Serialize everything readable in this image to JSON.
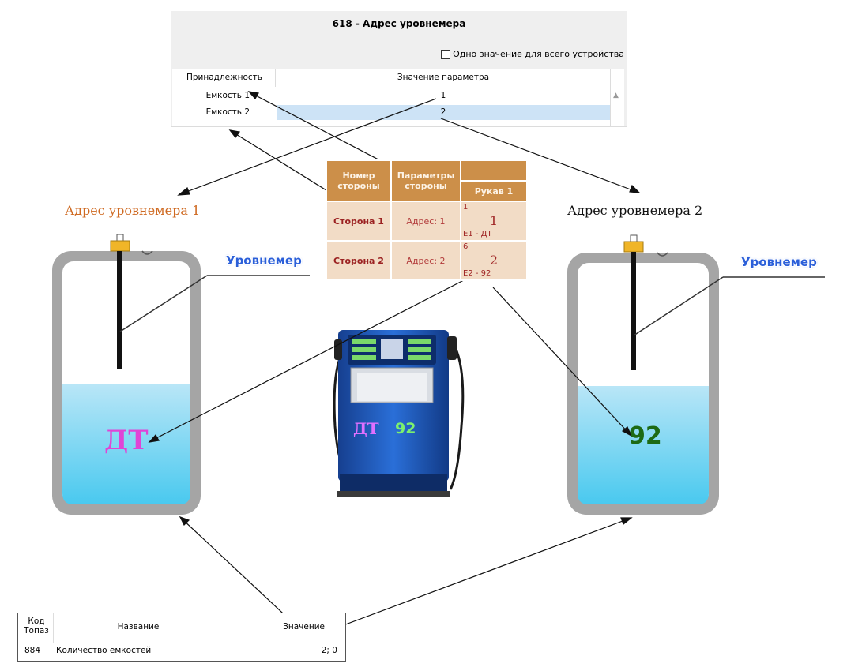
{
  "param_panel": {
    "title": "618 - Адрес уровнемера",
    "checkbox_label": "Одно значение для всего устройства",
    "columns": [
      "Принадлежность",
      "Значение параметра"
    ],
    "rows": [
      {
        "owner": "Емкость  1",
        "value": "1"
      },
      {
        "owner": "Емкость  2",
        "value": "2"
      }
    ]
  },
  "side_table": {
    "headers": [
      "Номер стороны",
      "Параметры стороны",
      "Рукав 1"
    ],
    "rows": [
      {
        "side": "Сторона 1",
        "param": "Адрес: 1",
        "hose_top": "1",
        "hose_main": "1",
        "hose_bottom": "E1 - ДТ"
      },
      {
        "side": "Сторона 2",
        "param": "Адрес: 2",
        "hose_top": "6",
        "hose_main": "2",
        "hose_bottom": "E2 - 92"
      }
    ]
  },
  "labels": {
    "address1": "Адрес уровнемера 1",
    "address2": "Адрес уровнемера 2",
    "gauge1": "Уровнемер",
    "gauge2": "Уровнемер",
    "tank1_fuel": "ДТ",
    "tank2_fuel": "92",
    "pump_fuel1": "ДТ",
    "pump_fuel2": "92"
  },
  "bottom_table": {
    "headers": [
      "Код Топаз",
      "Название",
      "Значение"
    ],
    "code_line1": "Код",
    "code_line2": "Топаз",
    "row": {
      "code": "884",
      "name": "Количество емкостей",
      "value": "2; 0"
    }
  },
  "colors": {
    "tank_frame": "#a5a5a5",
    "liquid_top": "#b9e6f7",
    "liquid_bottom": "#49c9ef",
    "gauge_cap": "#f0b528",
    "table_header": "#cc8f49",
    "table_cell": "#f2dcc6",
    "pump_body": "#1f5fc2"
  }
}
